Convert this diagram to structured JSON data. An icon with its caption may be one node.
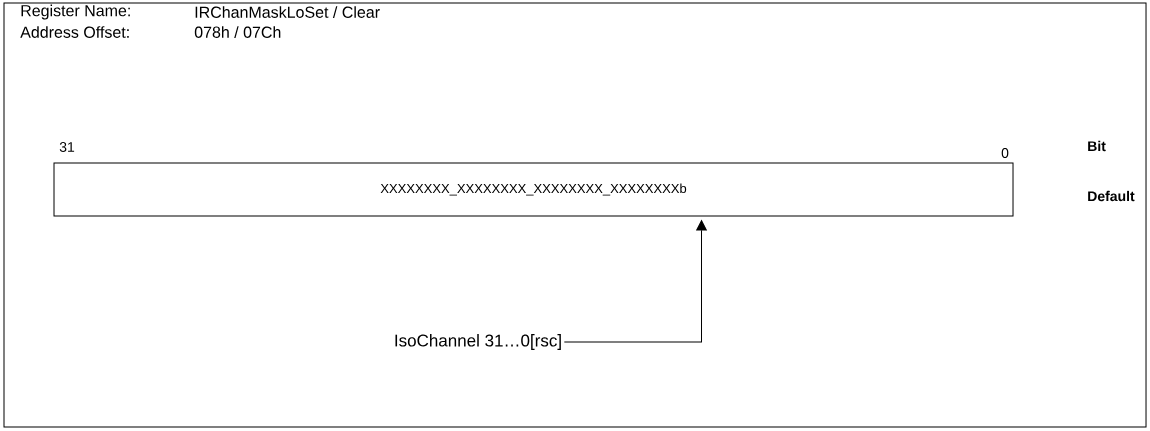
{
  "diagram": {
    "nodes": [
      {
        "text": [
          "XXXXXXXX_XXXXXXXX_XXXXXXXX_XXXXXXXXb"
        ]
      },
      {
        "text": [
          "IsoChannel 31…0[rsc]"
        ]
      }
    ],
    "edges": [
      {
        "from": 1,
        "to": 0,
        "arrow": "to"
      }
    ],
    "labels": [
      "Register Name:",
      "IRChanMaskLoSet / Clear",
      "Address Offset:",
      "078h / 07Ch",
      "31",
      "0",
      "Bit",
      "Default"
    ]
  }
}
